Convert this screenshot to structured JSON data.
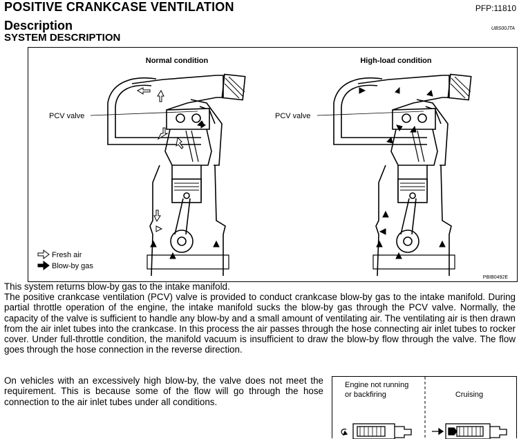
{
  "header": {
    "title": "POSITIVE CRANKCASE VENTILATION",
    "pfp": "PFP:11810"
  },
  "section": {
    "heading": "Description",
    "ref": "UBS00JTA",
    "subheading": "SYSTEM DESCRIPTION"
  },
  "figure": {
    "left_title": "Normal condition",
    "right_title": "High-load condition",
    "left_valve_label": "PCV valve",
    "right_valve_label": "PCV valve",
    "legend_fresh": "Fresh air",
    "legend_blowby": "Blow-by gas",
    "figure_code": "PBIB0492E"
  },
  "body": {
    "p1": "This system returns blow-by gas to the intake manifold.",
    "p2": "The positive crankcase ventilation (PCV) valve is provided to conduct crankcase blow-by gas to the intake manifold. During partial throttle operation of the engine, the intake manifold sucks the blow-by gas through the PCV valve. Normally, the capacity of the valve is sufficient to handle any blow-by and a small amount of ventilating air. The ventilating air is then drawn from the air inlet tubes into the crankcase. In this process the air passes through the hose connecting air inlet tubes to rocker cover. Under full-throttle condition, the manifold vacuum is insufficient to draw the blow-by flow through the valve. The flow goes through the hose connection in the reverse direction.",
    "p3": "On vehicles with an excessively high blow-by, the valve does not meet the requirement. This is because some of the flow will go through the hose connection to the air inlet tubes under all conditions."
  },
  "inset": {
    "left_line1": "Engine not running",
    "left_line2": "or backfiring",
    "right_label": "Cruising"
  }
}
